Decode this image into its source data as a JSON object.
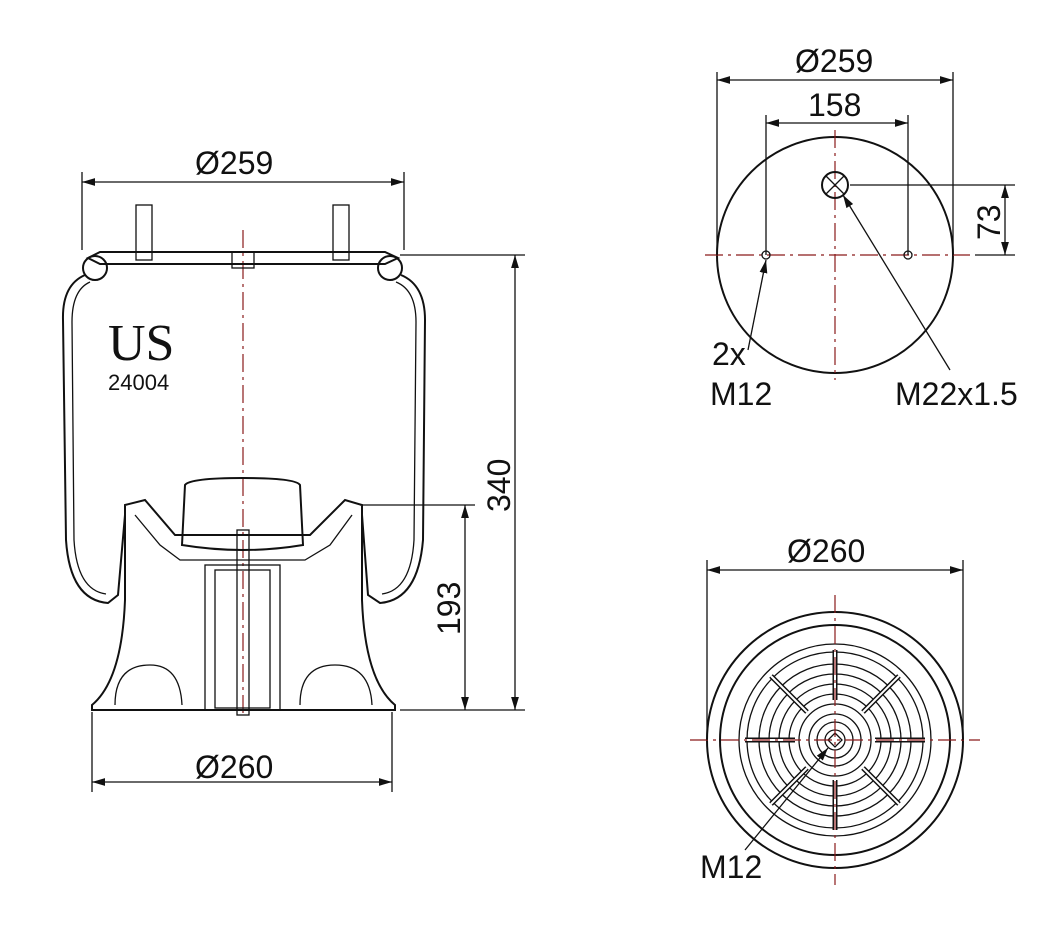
{
  "brand": {
    "logo": "US",
    "part_number": "24004"
  },
  "side_view": {
    "top_diameter": "Ø259",
    "bottom_diameter": "Ø260",
    "height_total": "340",
    "height_piston": "193"
  },
  "top_view": {
    "diameter": "Ø259",
    "stud_spacing": "158",
    "offset": "73",
    "stud_label_count": "2x",
    "stud_label_thread": "M12",
    "air_fitting": "M22x1.5"
  },
  "bottom_view": {
    "diameter": "Ø260",
    "thread": "M12"
  }
}
